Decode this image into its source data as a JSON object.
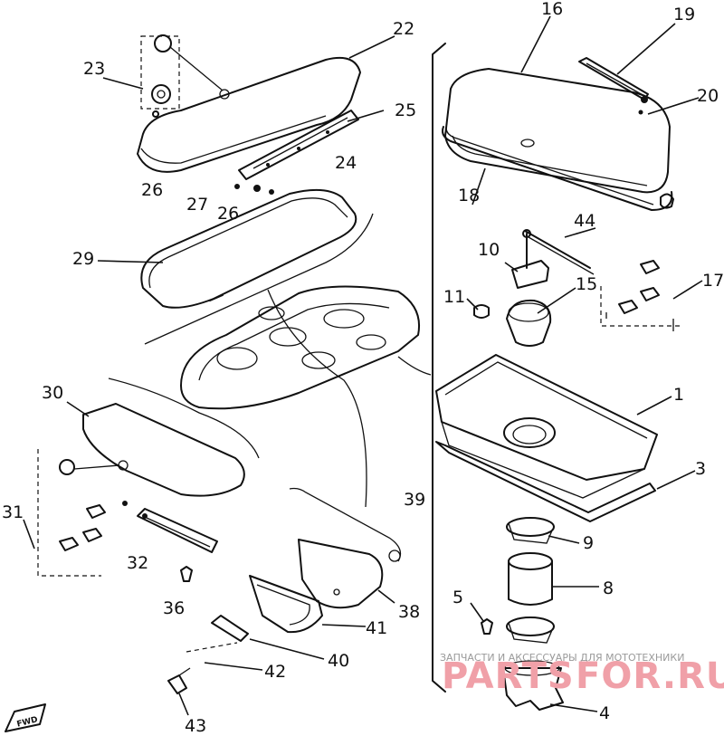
{
  "labels": [
    {
      "id": "16",
      "text": "16"
    },
    {
      "id": "19",
      "text": "19"
    },
    {
      "id": "20",
      "text": "20"
    },
    {
      "id": "22",
      "text": "22"
    },
    {
      "id": "23",
      "text": "23"
    },
    {
      "id": "25",
      "text": "25"
    },
    {
      "id": "24",
      "text": "24"
    },
    {
      "id": "26a",
      "text": "26"
    },
    {
      "id": "27",
      "text": "27"
    },
    {
      "id": "26b",
      "text": "26"
    },
    {
      "id": "18",
      "text": "18"
    },
    {
      "id": "44",
      "text": "44"
    },
    {
      "id": "10",
      "text": "10"
    },
    {
      "id": "17",
      "text": "17"
    },
    {
      "id": "29",
      "text": "29"
    },
    {
      "id": "11",
      "text": "11"
    },
    {
      "id": "15",
      "text": "15"
    },
    {
      "id": "1",
      "text": "1"
    },
    {
      "id": "30",
      "text": "30"
    },
    {
      "id": "3",
      "text": "3"
    },
    {
      "id": "39",
      "text": "39"
    },
    {
      "id": "31",
      "text": "31"
    },
    {
      "id": "9",
      "text": "9"
    },
    {
      "id": "32",
      "text": "32"
    },
    {
      "id": "8",
      "text": "8"
    },
    {
      "id": "36",
      "text": "36"
    },
    {
      "id": "38",
      "text": "38"
    },
    {
      "id": "5",
      "text": "5"
    },
    {
      "id": "41",
      "text": "41"
    },
    {
      "id": "40",
      "text": "40"
    },
    {
      "id": "42",
      "text": "42"
    },
    {
      "id": "4",
      "text": "4"
    },
    {
      "id": "43",
      "text": "43"
    }
  ],
  "watermark": {
    "caption": "ЗАПЧАСТИ И АКСЕССУАРЫ ДЛЯ МОТОТЕХНИКИ",
    "brand_a": "PARTS",
    "brand_b": "FOR.RU",
    "color": "#f0a0a8"
  },
  "badge": {
    "text": "FWD"
  }
}
